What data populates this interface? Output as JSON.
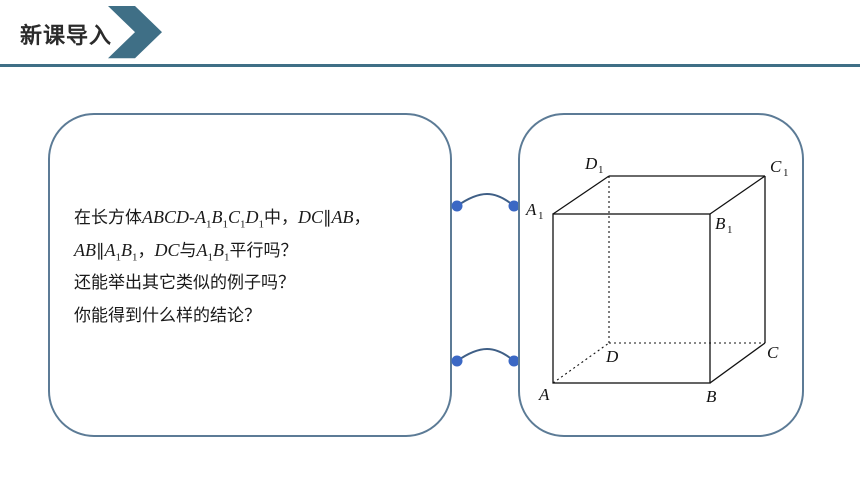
{
  "header": {
    "title": "新课导入",
    "accent_color": "#3f6f86"
  },
  "question": {
    "line1_prefix": "在长方体",
    "line1_solid": "ABCD-A",
    "line1_mid": "中，",
    "line1_rel_a": "DC",
    "parallel": "∥",
    "line1_rel_b": "AB",
    "comma": "，",
    "line2_a": "AB",
    "line2_b": "A",
    "line2_comma": "，",
    "line2_c": "DC",
    "line2_with": "与",
    "line2_d": "A",
    "line2_tail": "平行吗？",
    "line3": "还能举出其它类似的例子吗？",
    "line4": "你能得到什么样的结论？",
    "sub1": "1",
    "B": "B",
    "C": "C",
    "D": "D"
  },
  "cube_labels": {
    "A": "A",
    "B": "B",
    "C": "C",
    "D": "D",
    "A1": "A",
    "B1": "B",
    "C1": "C",
    "D1": "D",
    "sub": "1"
  },
  "icons": [
    "chevron-arrow-icon",
    "connector-dot-icon"
  ]
}
